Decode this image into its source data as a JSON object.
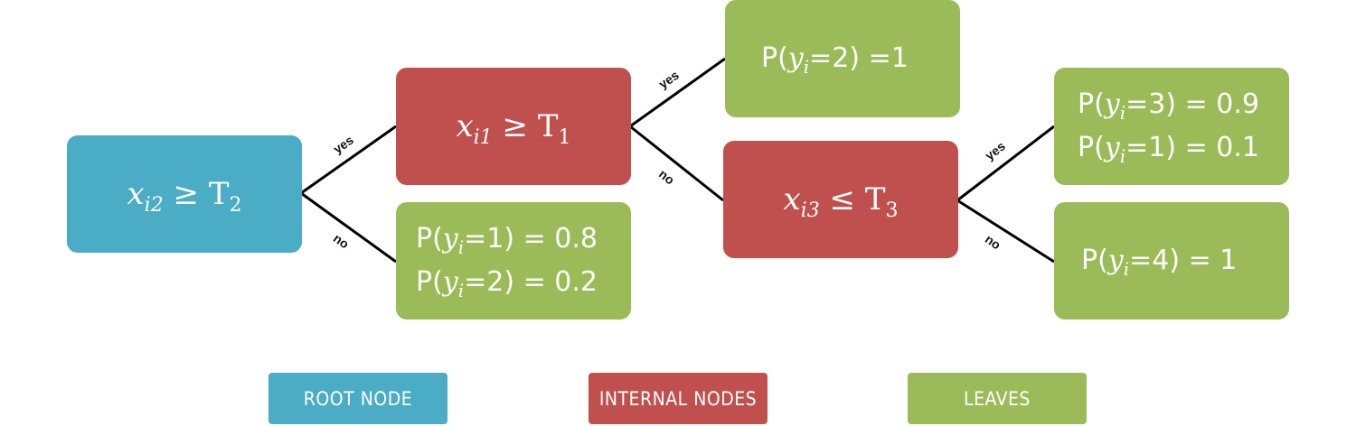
{
  "colors": {
    "root": "#4aacc5",
    "internal": "#c0504d",
    "leaf": "#9bbb59"
  },
  "nodes": {
    "root": {
      "var": "x",
      "sub": "i2",
      "op": "≥",
      "thr": "T",
      "thr_sub": "2"
    },
    "n1": {
      "var": "x",
      "sub": "i1",
      "op": "≥",
      "thr": "T",
      "thr_sub": "1"
    },
    "n3": {
      "var": "x",
      "sub": "i3",
      "op": "≤",
      "thr": "T",
      "thr_sub": "3"
    },
    "leaf_a": {
      "lines": [
        {
          "p": "P(",
          "y": "y",
          "sub": "i",
          "rest": "=2) =1"
        }
      ]
    },
    "leaf_b": {
      "lines": [
        {
          "p": "P(",
          "y": "y",
          "sub": "i",
          "rest": "=1) = 0.8"
        },
        {
          "p": "P(",
          "y": "y",
          "sub": "i",
          "rest": "=2) = 0.2"
        }
      ]
    },
    "leaf_c": {
      "lines": [
        {
          "p": "P(",
          "y": "y",
          "sub": "i",
          "rest": "=3) = 0.9"
        },
        {
          "p": "P(",
          "y": "y",
          "sub": "i",
          "rest": "=1) = 0.1"
        }
      ]
    },
    "leaf_d": {
      "lines": [
        {
          "p": "P(",
          "y": "y",
          "sub": "i",
          "rest": "=4) = 1"
        }
      ]
    }
  },
  "edge_labels": {
    "root_yes": "yes",
    "root_no": "no",
    "n1_yes": "yes",
    "n1_no": "no",
    "n3_yes": "yes",
    "n3_no": "no"
  },
  "legend": {
    "root": "ROOT NODE",
    "internal": "INTERNAL NODES",
    "leaves": "LEAVES"
  }
}
